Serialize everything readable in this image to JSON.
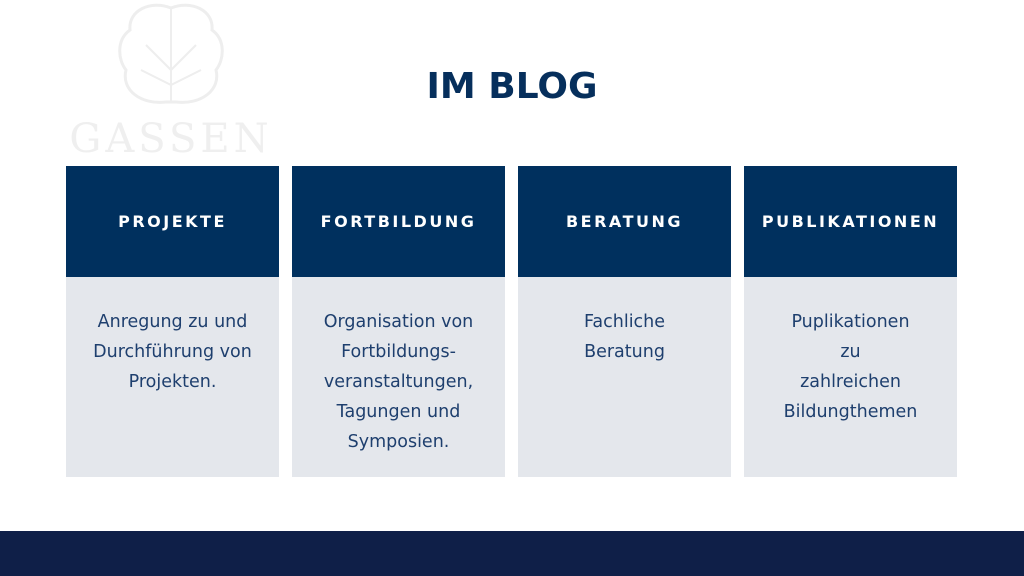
{
  "logo": {
    "text": "GASSEN"
  },
  "title": "IM BLOG",
  "cards": [
    {
      "title": "PROJEKTE",
      "lines": [
        "Anregung zu und",
        "Durchführung von",
        "Projekten."
      ]
    },
    {
      "title": "FORTBILDUNG",
      "lines": [
        "Organisation von",
        "Fortbildungs-",
        "veranstaltungen,",
        "Tagungen und",
        "Symposien."
      ]
    },
    {
      "title": "BERATUNG",
      "lines": [
        "Fachliche",
        "Beratung"
      ]
    },
    {
      "title": "PUBLIKATIONEN",
      "lines": [
        "Puplikationen",
        "zu",
        "zahlreichen",
        "Bildungthemen"
      ]
    }
  ]
}
